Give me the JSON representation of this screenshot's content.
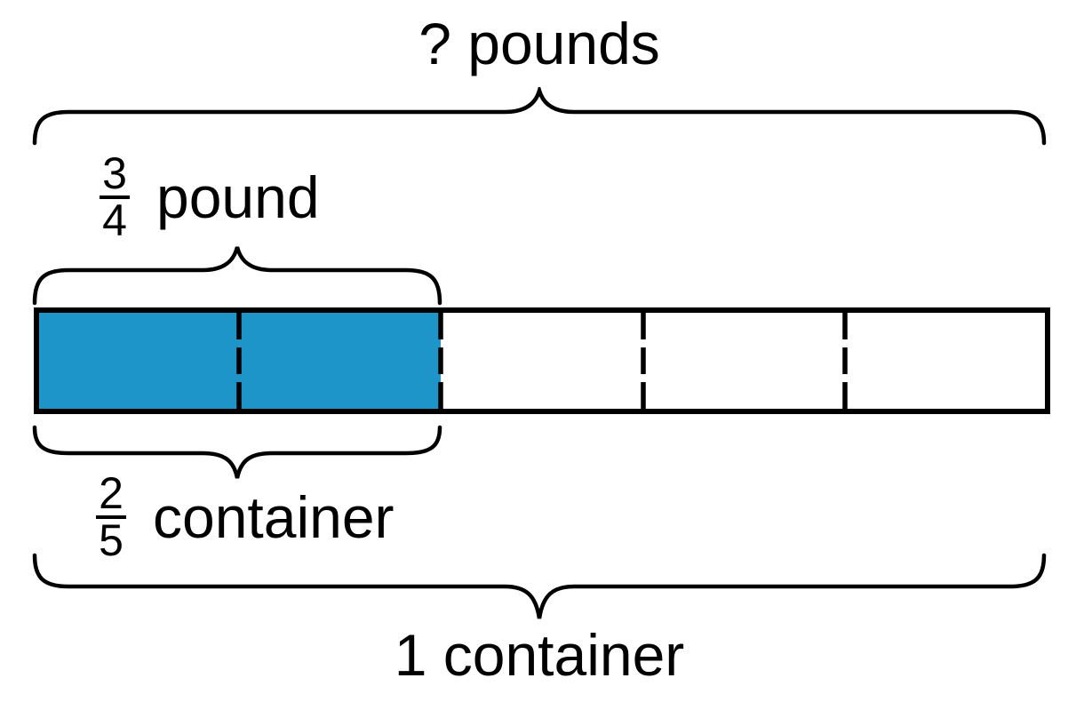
{
  "diagram": {
    "type": "tape-diagram",
    "total_segments": 5,
    "shaded_segments": 2,
    "shaded_color": "#1E95C8",
    "outline_color": "#000000"
  },
  "labels": {
    "pounds_total": "? pounds",
    "pound_fraction": {
      "numerator": "3",
      "denominator": "4",
      "unit": "pound"
    },
    "container_fraction": {
      "numerator": "2",
      "denominator": "5",
      "unit": "container"
    },
    "container_total": "1 container"
  }
}
